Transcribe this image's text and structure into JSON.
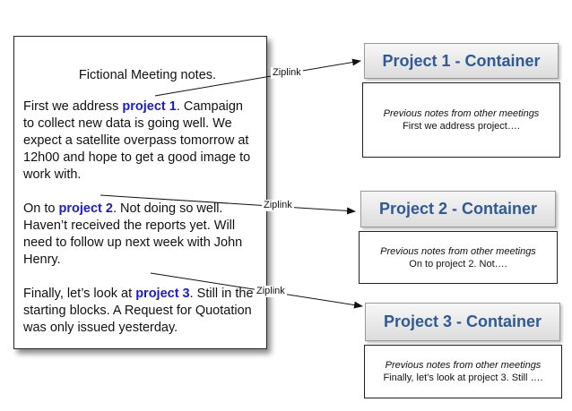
{
  "document": {
    "title": "Fictional Meeting notes.",
    "para1": {
      "before": "First we address ",
      "link": "project 1",
      "after": ". Campaign to collect new data is going well. We expect a satellite overpass tomorrow at 12h00 and hope to get a good image to work with."
    },
    "para2": {
      "before": "On to ",
      "link": "project 2",
      "after": ". Not doing so well. Haven’t received the reports yet. Will need to follow up next week with John Henry."
    },
    "para3": {
      "before": "Finally, let’s look at ",
      "link": "project 3",
      "after": ". Still in the starting blocks. A Request for Quotation was only issued yesterday."
    }
  },
  "containers": [
    {
      "title": "Project 1 - Container",
      "prev": "Previous notes from other meetings",
      "excerpt": "First we address project…."
    },
    {
      "title": "Project 2 - Container",
      "prev": "Previous notes from other meetings",
      "excerpt": "On to project 2. Not…."
    },
    {
      "title": "Project 3 - Container",
      "prev": "Previous notes from other meetings",
      "excerpt": "Finally, let’s look at project 3. Still …."
    }
  ],
  "ziplinks": [
    "Ziplink",
    "Ziplink",
    "Ziplink"
  ],
  "colors": {
    "link_text": "#1a1adb",
    "container_title": "#2f5a96"
  }
}
